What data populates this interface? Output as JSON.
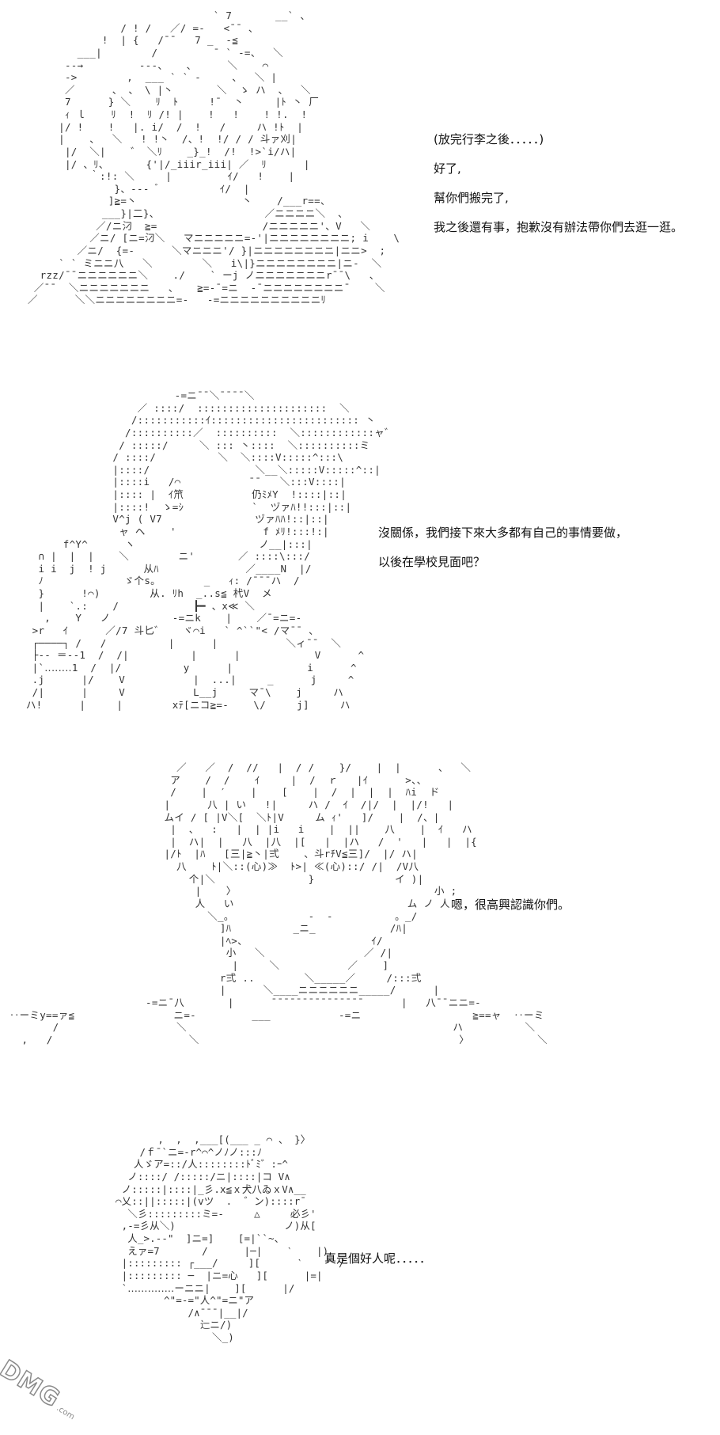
{
  "panels": [
    {
      "art": "                              ` 7       __` 、\n               / ! /   ／/ =-   <¯¯ 、\n            !  | {   /¯¯   7 _  -≦\n        ___|        /         ¯ ` -=、  ＼\n      --→         ---、   、     ＼    ⌒\n      ->        ,  ___ ` ` -     、  ＼ |\n      ／      、 、 \\ |丶       ＼  ゝ ハ  、  ＼\n      7      } ＼    ﾘ  ﾄ     !¯  丶     |ﾄ 丶 厂\n      ｨ ｌ    ﾘ  !  ﾘ /! |    !   !    ! !.  !\n     |/ !    !   |. i/  /  !   /     ハ !ﾄ  |\n     |    、  ＼   ! !丶  /、!  !/ / / 斗ァ刈|\n      |/  ＼|    ゛ ＼ﾘ    _}_!  /!  !>`i/ハ|\n      |/ 、ﾘ、      {'|/_iiir_iii| ／  ﾘ      |\n          ｀:!: ＼     |         ｲ/   !    |\n              }、---  ゙          ｲ/  |\n             ]≧=丶                 丶    /___r==、\n            ___}|二}、                 ／ニニニニ＼  、\n           ／/ニ汈  ≧=                 /ニニニニニ'、V   ＼\n          ／ニ/ [ニ=汈＼   マニニニニニ=-'|ニニニニニニニニ; i    \\\n        ／ニ/  {=-      ＼マニニニ'/ }|ニニニニニニニニ|ニニ>  ;\n     ` ` ミニニ八   ＼        ＼   i\\|}ニニニニニニニニ|ニ-  ＼\n  rzz/¯¯ニニニニニニ＼    ./    ` ーj ノニニニニニニニr¯¯\\   、\n ／¯¯  ＼ニニニニニニニ   、   ≧=-¯=ニ  -¯ニニニニニニニニ¯    ＼\n／      ＼＼ニニニニニニニニ=-   -=ニニニニニニニニニニﾘ",
      "dialogue": [
        "(放完行李之後．．．．．)",
        "好了,",
        "幫你們搬完了,",
        "我之後還有事，抱歉沒有辦法帶你們去逛一逛。"
      ]
    },
    {
      "art": "                         -=ニ¯¯＼¯¯¯¯＼\n                   ／ ::::/  :::::::::::::::::::::  ＼\n                  /:::::::::::ｲ:::::::::::::::::::::::: 丶\n                 /::::::::::／  ::::::::::  ＼::::::::::::ャ゛\n                / :::::/     ＼ ::: 丶::::  ＼::::::::::ミ\n               / ::::/          ＼  ＼::::V:::::^:::\\\n               |::::/                 ＼__＼:::::V:::::^::|\n               |::::i   /⌒           ¯¯   ＼:::V::::|\n               |:::: |  ｲ笊           仍ﾐﾒY  !::::|::|\n               |::::!  ゝ=ｼ           `  ヅァﾊ!!:::|::|\n               V^j ( V7               ヅァﾊﾊ!::|::|\n                ャ ヘ    '              f ﾒﾘ!:::!:|\n       f^Y^      ヽ                    ノ__|:::|\n   ∩ |  |  |    ＼        ニ'       ／ ::::\\:::/\n   i i  j  ! j      从ﾊ              ／____N  |/\n   ﾉ             ゞ个s。       _   ｨ: /¯¯¯ハ  /\n   }      !⌒)        从. ﾘh  _..s≦ 杙V  メ\n   |    `.:    /            ┣━ 、x≪ ＼\n    ,    Y   ノ          -=ニk    |    ／¯=ニ=-\n  >r   ｲ      ／/7 斗匕゛   ヾ⌒i   ` ^``\"< /マ¯¯ 、\n  ┌────┐ /   /          |      |           ＼ィ¯¯  ＼\n  ├-- ＝--1  /  /|          |      |            V      ^\n  |`‥‥‥‥1  /  |/          y      |            i      ^\n  .j      |/    V           |  ...|     _      j     ^\n  /|      |     V           L__j     マ¯\\    j     ハ\n ハ!      |     |        xﾃ[ニコ≧=-    \\/     j]     ハ",
      "dialogue": [
        "沒關係，我們接下來大多都有自己的事情要做，",
        "以後在學校見面吧？"
      ]
    },
    {
      "art": "                            ／   ／  /  //   |  / /    }/    |  |      、  ＼\n                           ア    /  /    ｲ     |  /  ｒ   |ｲ      >、、\n                           /    |  ′    |    [    |  /  |  |  |  ﾊi  ド\n                          |      八 | い   !|     ハ /  ｲ  /|/  |  |/!   |\n                          ムイ / [ |V＼[  ＼ﾄ|V     ム ｨ'   ]/    |  /、|\n                           |  、  :   |  | |i   i    |  ||    八    |  ｲ   ハ\n                           |  ハ|  |   八  |八  |[   |  |ハ   /  '   |   |  |{\n                          |/ﾄ  |ﾊ   [三|≧丶|弍    、斗rﾁV≦三]/  |/ ハ|\n                            八    ﾄ|＼::(心)≫  ﾄ>| ≪(心)::/ /|  /V八\n                              个|＼               }             イ )|\n                               |    〉                                小 ;\n                               人   い                            ム ノ 人\n                                 ＼_。            -  -          。_/\n                                   ]ﾊ          _ニ_            /ﾊ|\n                                   |ﾍ>、                    ｲ/\n                                    小   ＼                ／ /|\n                                     |     ＼           ／    ]\n                                   r弍 ..        ＼_____／     /:::弍\n                                   |      ＼____ニニニニニニ_____/      |\n                       -=ニ¯八       |      ¯¯¯¯¯¯¯¯¯¯¯¯¯¯¯      |   八¯¯ニニ=-\n ‥ーミy==ァ≦                ニ=-         ___           -=ニ                  ≧==ャ  ‥ーミ\n        /                   ＼                                           ハ          ＼\n   ,   /                      ＼                                          〉           ＼",
      "dialogue": [
        "嗯，很高興認識你們。"
      ]
    },
    {
      "art": "               ,  ,  ,___[(___ _ ⌒ 、 }〉\n            /ｆ¯`ニ=-r^⌒^ノﾉノ:::ﾉ\n           人ゞア=::/人::::::::ﾄﾞﾐ゛:ｰ^\n          ノ::::/ /:::::/ニ|::::|コ V∧\n         ノ:::::|::::|_彡.x≦ｘ犬八ゐｘV∧__\n        ⌒乂::||:::::|(vツ  .  ゛ン)::::r¯\n          ＼彡:::::::::ミ=-     △     必彡'\n         ,-=彡从＼)                  ノ)从[\n          人_>.-‐\"  ]ニ=]    [=|``~、\n          えァ=7       /      |─|    ‵    |)\n         |::::::::: ┌___/     ][      ‵    ^ /\n         |::::::::: ─  |ニ=心   ][      |=|\n         `‥‥‥‥‥‥‥ーニニ|    ][      |/\n                ^\"=-=\"人^\"=ニ\"ア\n                    /∧¯¯¯|__|/\n                      辷ニ/)\n                        ＼_)",
      "dialogue": [
        "真是個好人呢．．．．．"
      ]
    }
  ],
  "watermark": {
    "logo": "DMG",
    "suffix": ".com"
  }
}
